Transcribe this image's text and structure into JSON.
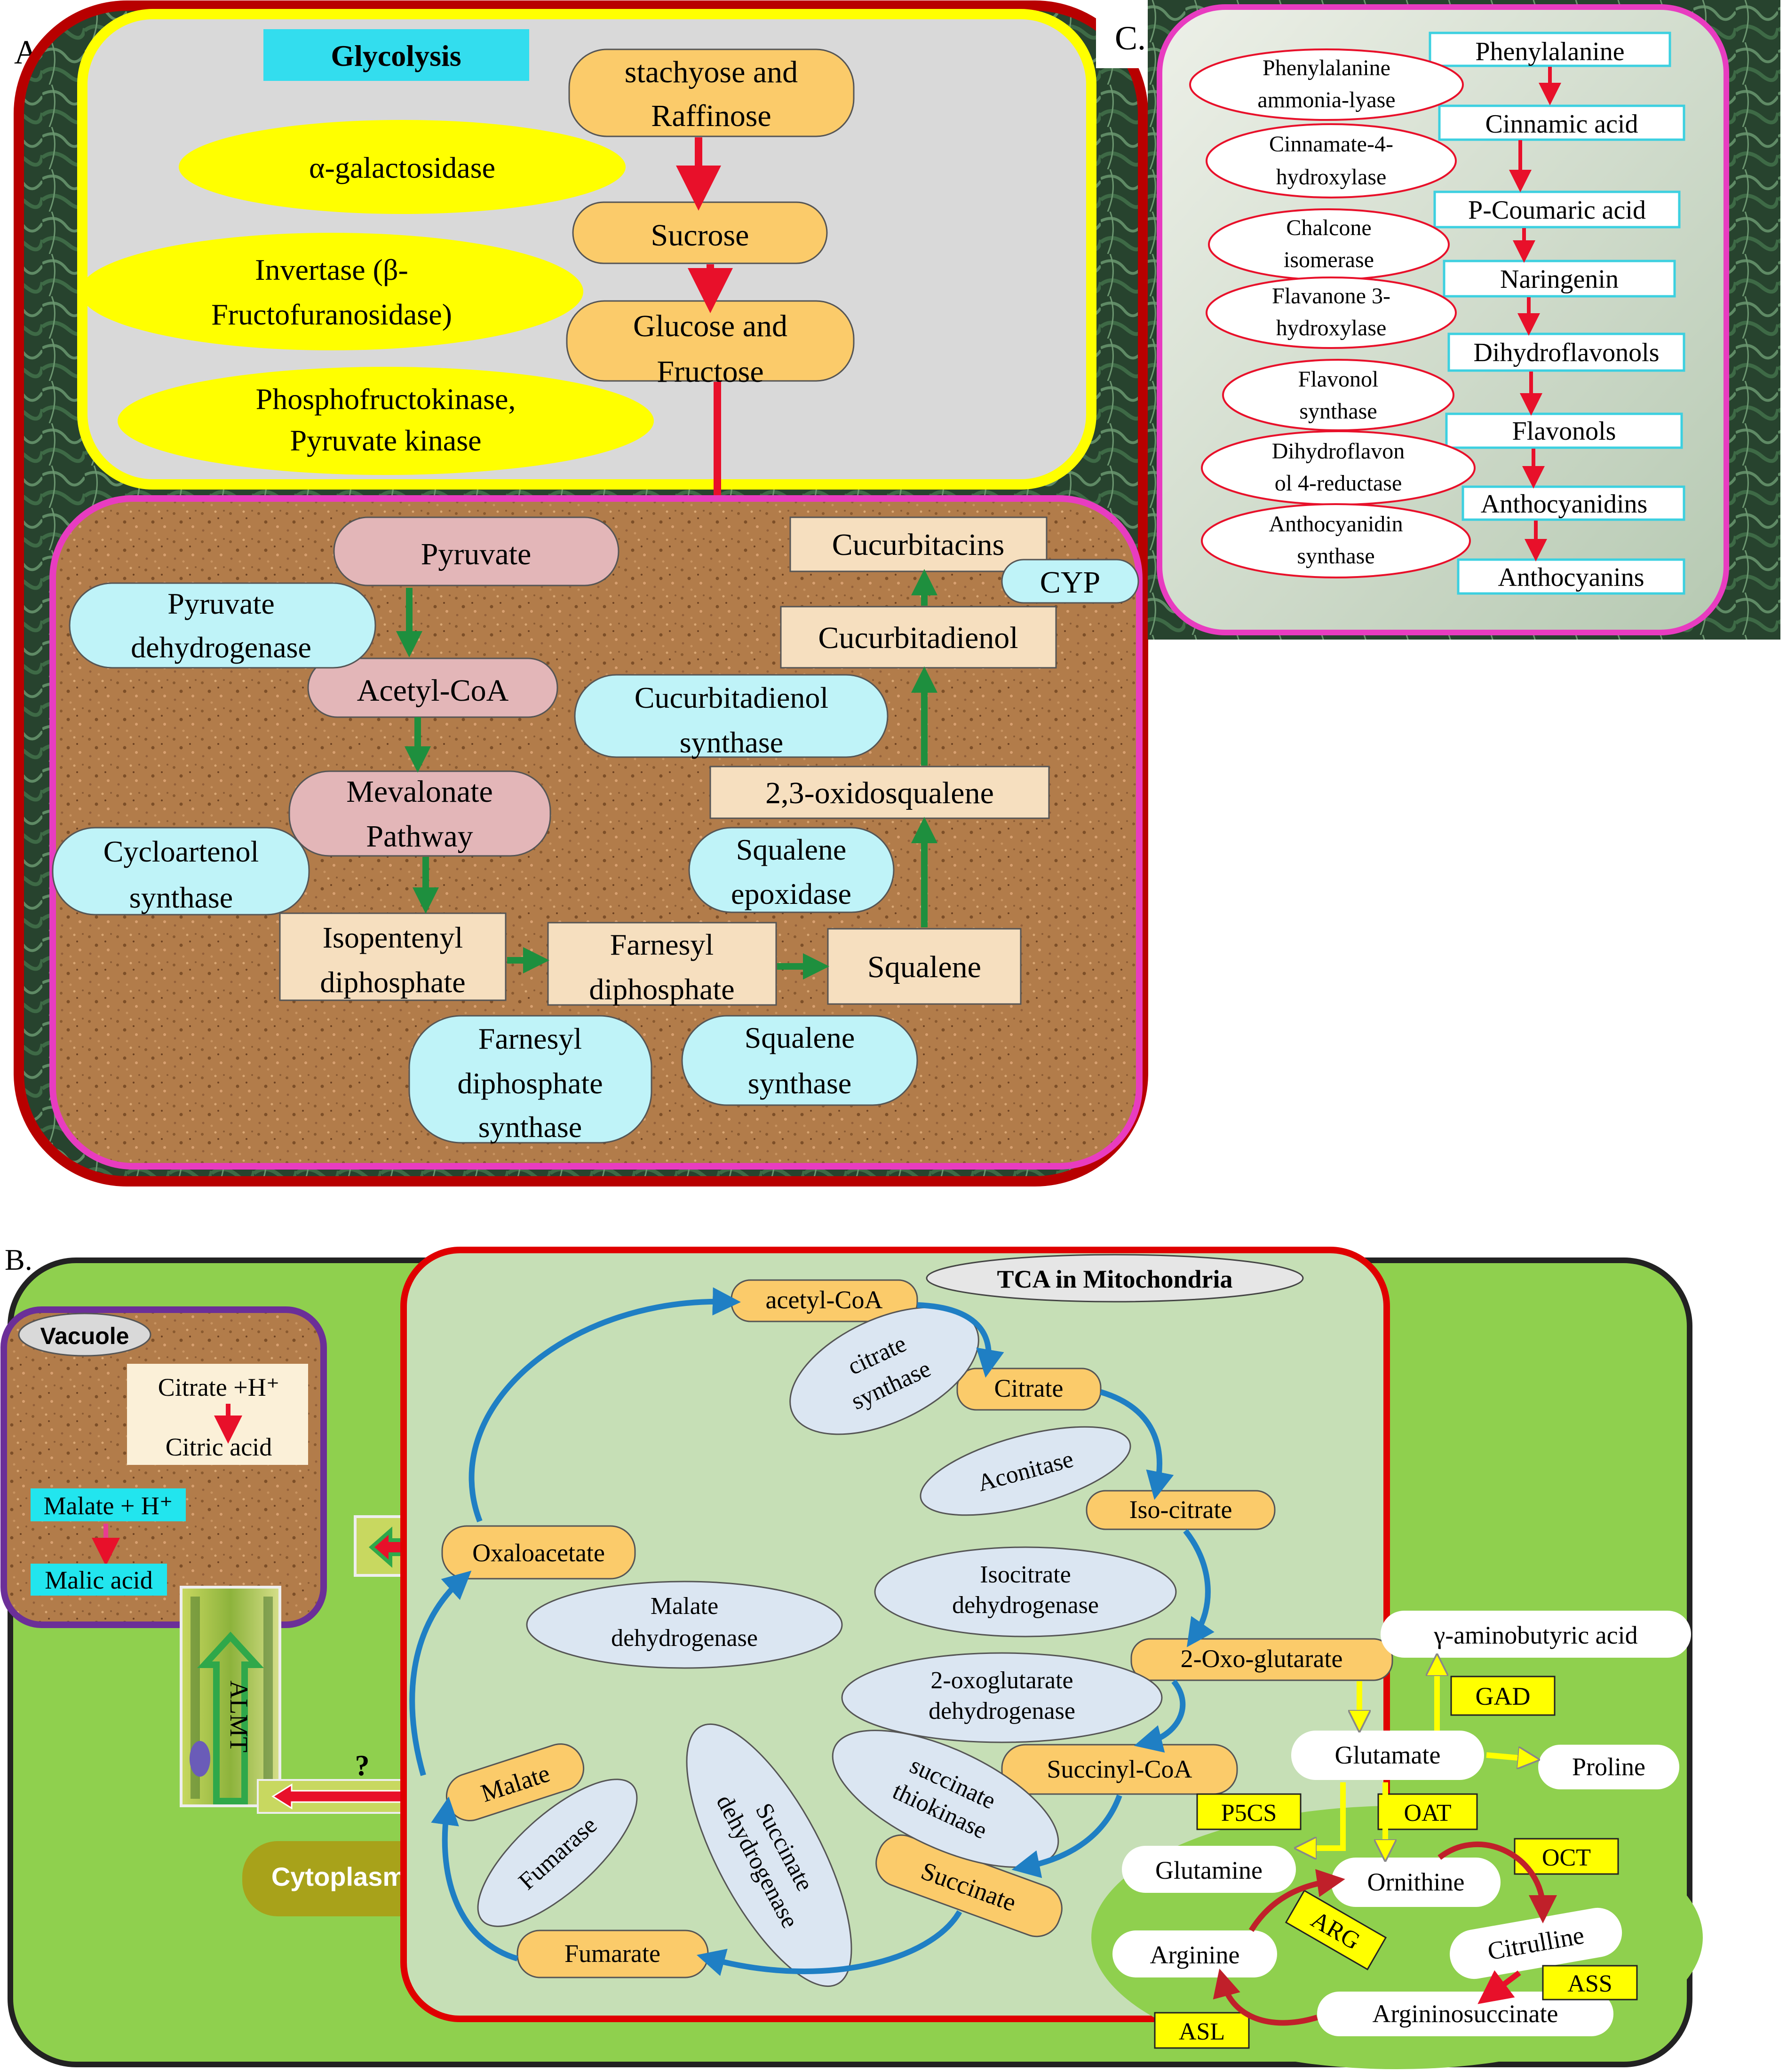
{
  "panels": {
    "a_label": "A",
    "b_label": "B.",
    "c_label": "C."
  },
  "panel_a": {
    "glycolysis_title": "Glycolysis",
    "metabolites": {
      "stachyose": [
        "stachyose and",
        "Raffinose"
      ],
      "sucrose": [
        "Sucrose"
      ],
      "glucose": [
        "Glucose and",
        "Fructose"
      ],
      "pyruvate": [
        "Pyruvate"
      ],
      "acetyl_coa": [
        "Acetyl-CoA"
      ],
      "mevalonate": [
        "Mevalonate",
        "Pathway"
      ],
      "isopentenyl": [
        "Isopentenyl",
        "diphosphate"
      ],
      "farnesyl": [
        "Farnesyl",
        "diphosphate"
      ],
      "squalene": [
        "Squalene"
      ],
      "oxidosqualene": [
        "2,3-oxidosqualene"
      ],
      "cucurbitadienol": [
        "Cucurbitadienol"
      ],
      "cucurbitacins": [
        "Cucurbitacins"
      ]
    },
    "enzymes": {
      "galactosidase": [
        "α-galactosidase"
      ],
      "invertase": [
        "Invertase (β-",
        "Fructofuranosidase)"
      ],
      "phosphofructokinase": [
        "Phosphofructokinase,",
        "Pyruvate kinase"
      ],
      "pyruvate_dh": [
        "Pyruvate",
        "dehydrogenase"
      ],
      "cycloartenol": [
        "Cycloartenol",
        "synthase"
      ],
      "farnesyl_synthase": [
        "Farnesyl",
        "diphosphate",
        "synthase"
      ],
      "squalene_synthase": [
        "Squalene",
        "synthase"
      ],
      "squalene_epoxidase": [
        "Squalene",
        "epoxidase"
      ],
      "cucurbitadienol_synthase": [
        "Cucurbitadienol",
        "synthase"
      ],
      "cyp": [
        "CYP"
      ]
    }
  },
  "panel_c": {
    "metabolites": [
      "Phenylalanine",
      "Cinnamic acid",
      "P-Coumaric acid",
      "Naringenin",
      "Dihydroflavonols",
      "Flavonols",
      "Anthocyanidins",
      "Anthocyanins"
    ],
    "enzymes": [
      [
        "Phenylalanine",
        "ammonia-lyase"
      ],
      [
        "Cinnamate-4-",
        "hydroxylase"
      ],
      [
        "Chalcone",
        "isomerase"
      ],
      [
        "Flavanone 3-",
        "hydroxylase"
      ],
      [
        "Flavonol",
        "synthase"
      ],
      [
        "Dihydroflavon",
        "ol 4-reductase"
      ],
      [
        "Anthocyanidin",
        "synthase"
      ]
    ]
  },
  "panel_b": {
    "vacuole_title": "Vacuole",
    "citrate": "Citrate +H⁺",
    "citric_acid": "Citric acid",
    "malate_h": "Malate + H⁺",
    "malic_acid": "Malic acid",
    "almt": "ALMT",
    "question": "?",
    "cytoplasm": "Cytoplasm",
    "tca_title": "TCA in Mitochondria",
    "tca_metabolites": {
      "acetyl_coa": "acetyl-CoA",
      "citrate": "Citrate",
      "isocitrate": "Iso-citrate",
      "oxoglutarate": "2-Oxo-glutarate",
      "succinyl_coa": "Succinyl-CoA",
      "succinate": "Succinate",
      "fumarate": "Fumarate",
      "malate": "Malate",
      "oxaloacetate": "Oxaloacetate"
    },
    "tca_enzymes": {
      "citrate_synthase": [
        "citrate",
        "synthase"
      ],
      "aconitase": [
        "Aconitase"
      ],
      "isocitrate_dh": [
        "Isocitrate",
        "dehydrogenase"
      ],
      "oxoglutarate_dh": [
        "2-oxoglutarate",
        "dehydrogenase"
      ],
      "succinate_thiokinase": [
        "succinate",
        "thiokinase"
      ],
      "succinate_dh": [
        "Succinate",
        "dehydrogenase"
      ],
      "fumarase": [
        "Fumarase"
      ],
      "malate_dh": [
        "Malate",
        "dehydrogenase"
      ]
    },
    "amino": {
      "gaba": "γ-aminobutyric  acid",
      "gad": "GAD",
      "glutamate": "Glutamate",
      "proline": "Proline",
      "p5cs": "P5CS",
      "oat": "OAT",
      "glutamine": "Glutamine",
      "ornithine": "Ornithine",
      "oct": "OCT",
      "arg_enzyme": "ARG",
      "arginine": "Arginine",
      "citrulline": "Citrulline",
      "ass": "ASS",
      "asl": "ASL",
      "argininosuccinate": "Argininosuccinate"
    }
  },
  "colors": {
    "dark_red": "#b80000",
    "yellow_border": "#ffff00",
    "magenta": "#e83cc0",
    "orange_fill": "#fbcb6a",
    "yellow_fill": "#ffff00",
    "cyan_fill": "#bff3f8",
    "pink_fill": "#e3b6b8",
    "tan_fill": "#f6dfbf",
    "cork": "#b07a48",
    "green_cell": "#8fd04e",
    "mito_fill": "#c6dfb6",
    "ellipse_blue": "#dbe6f2",
    "red_arrow": "#e8102a",
    "green_arrow": "#1e8f3e",
    "blue_arrow": "#2a8fd0"
  }
}
